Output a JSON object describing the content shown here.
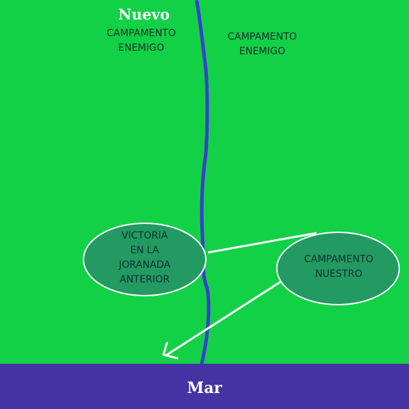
{
  "top_label": "Nuevo",
  "bottom_label": "Mar",
  "enemy_camp_left": {
    "line1": "CAMPAMENTO",
    "line2": "ENEMIGO"
  },
  "enemy_camp_right": {
    "line1": "CAMPAMENTO",
    "line2": "ENEMIGO"
  },
  "victory_node": {
    "lines": [
      "VICTORIA",
      "EN LA",
      "JORANADA",
      "ANTERIOR"
    ]
  },
  "our_camp_node": {
    "lines": [
      "CAMPAMENTO",
      "NUESTRO"
    ]
  },
  "colors": {
    "land": "#12d147",
    "sea": "#4533a3",
    "river": "#3a3fcf",
    "node_fill": "#229a62",
    "node_stroke": "#ffffff",
    "arrow": "#ffffff"
  }
}
